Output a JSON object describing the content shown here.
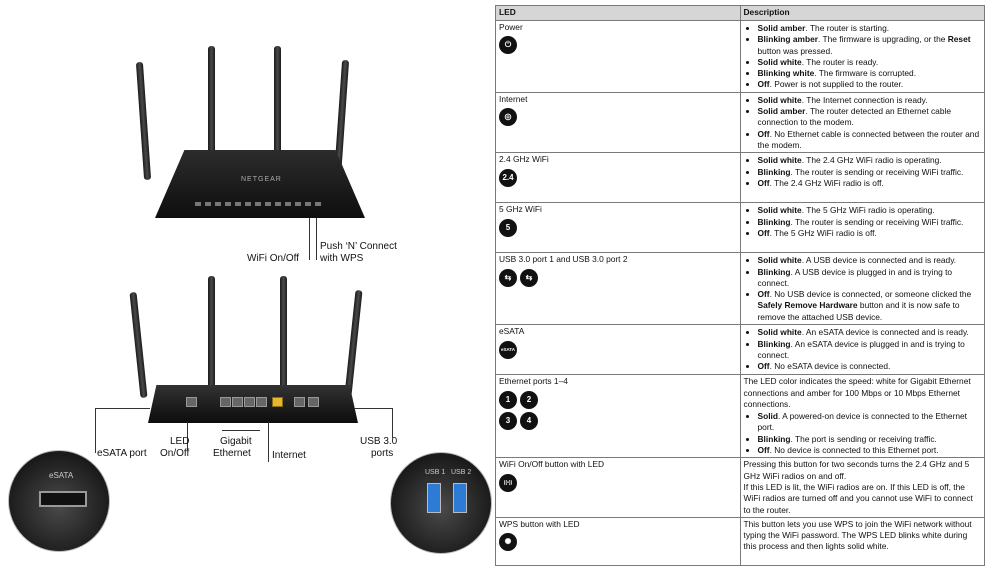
{
  "figure": {
    "router_brand": "NETGEAR",
    "top_callouts": {
      "wifi": "WiFi On/Off",
      "wps_line1": "Push ‘N’ Connect",
      "wps_line2": "with WPS"
    },
    "back_callouts": {
      "esata": "eSATA port",
      "led_line1": "LED",
      "led_line2": "On/Off",
      "gigabit_line1": "Gigabit",
      "gigabit_line2": "Ethernet",
      "internet": "Internet",
      "usb_line1": "USB 3.0",
      "usb_line2": "ports"
    },
    "esata_inset_label": "eSATA",
    "usb_inset_label1": "USB 1",
    "usb_inset_label2": "USB 2"
  },
  "table": {
    "headers": [
      "LED",
      "Description"
    ],
    "rows": [
      {
        "led": "Power",
        "icons": [
          "power-icon"
        ],
        "items": [
          {
            "b": "Solid amber",
            "t": ". The router is starting."
          },
          {
            "b": "Blinking amber",
            "t": ". The firmware is upgrading, or the ",
            "b2": "Reset",
            "t2": " button was pressed."
          },
          {
            "b": "Solid white",
            "t": ". The router is ready."
          },
          {
            "b": "Blinking white",
            "t": ". The firmware is corrupted."
          },
          {
            "b": "Off",
            "t": ". Power is not supplied to the router."
          }
        ]
      },
      {
        "led": "Internet",
        "icons": [
          "internet-icon"
        ],
        "items": [
          {
            "b": "Solid white",
            "t": ". The Internet connection is ready."
          },
          {
            "b": "Solid amber",
            "t": ". The router detected an Ethernet cable connection to the modem."
          },
          {
            "b": "Off",
            "t": ". No Ethernet cable is connected between the router and the modem."
          }
        ]
      },
      {
        "led": "2.4 GHz WiFi",
        "icons": [
          "wifi-24-icon"
        ],
        "icon_text": "2.4",
        "items": [
          {
            "b": "Solid white",
            "t": ". The 2.4 GHz WiFi radio is operating."
          },
          {
            "b": "Blinking",
            "t": ". The router is sending or receiving WiFi traffic."
          },
          {
            "b": "Off",
            "t": ". The 2.4 GHz WiFi radio is off."
          }
        ]
      },
      {
        "led": "5 GHz WiFi",
        "icons": [
          "wifi-5-icon"
        ],
        "icon_text": "5",
        "items": [
          {
            "b": "Solid white",
            "t": ". The 5 GHz WiFi radio is operating."
          },
          {
            "b": "Blinking",
            "t": ". The router is sending or receiving WiFi traffic."
          },
          {
            "b": "Off",
            "t": ". The 5 GHz WiFi radio is off."
          }
        ]
      },
      {
        "led": "USB 3.0 port 1 and USB 3.0 port 2",
        "icons": [
          "usb-1-icon",
          "usb-2-icon"
        ],
        "items": [
          {
            "b": "Solid white",
            "t": ". A USB device is connected and is ready."
          },
          {
            "b": "Blinking",
            "t": ". A USB device is plugged in and is trying to connect."
          },
          {
            "b": "Off",
            "t": ". No USB device is connected, or someone clicked the ",
            "b2": "Safely Remove Hardware",
            "t2": " button and it is now safe to remove the attached USB device."
          }
        ]
      },
      {
        "led": "eSATA",
        "icons": [
          "esata-icon"
        ],
        "icon_text": "eSATA",
        "items": [
          {
            "b": "Solid white",
            "t": ". An eSATA device is connected and is ready."
          },
          {
            "b": "Blinking",
            "t": ". An eSATA device is plugged in and is trying to connect."
          },
          {
            "b": "Off",
            "t": ". No eSATA device is connected."
          }
        ]
      },
      {
        "led": "Ethernet ports 1–4",
        "icons": [
          "ethernet-1-icon",
          "ethernet-2-icon",
          "ethernet-3-icon",
          "ethernet-4-icon"
        ],
        "port_numbers": [
          "1",
          "2",
          "3",
          "4"
        ],
        "intro": "The LED color indicates the speed: white for Gigabit Ethernet connections and amber for 100 Mbps or 10 Mbps Ethernet connections.",
        "items": [
          {
            "b": "Solid",
            "t": ". A powered-on device is connected to the Ethernet port."
          },
          {
            "b": "Blinking",
            "t": ". The port is sending or receiving traffic."
          },
          {
            "b": "Off",
            "t": ". No device is connected to this Ethernet port."
          }
        ]
      },
      {
        "led": "WiFi On/Off button with LED",
        "icons": [
          "wifi-button-icon"
        ],
        "p1": "Pressing this button for two seconds turns the 2.4 GHz and 5 GHz WiFi radios on and off.",
        "p2": "If this LED is lit, the WiFi radios are on. If this LED is off, the WiFi radios are turned off and you cannot use WiFi to connect to the router."
      },
      {
        "led": "WPS button with LED",
        "icons": [
          "wps-icon"
        ],
        "p1": "This button lets you use WPS to join the WiFi network without typing the WiFi password. The WPS LED blinks white during this process and then lights solid white."
      }
    ]
  }
}
